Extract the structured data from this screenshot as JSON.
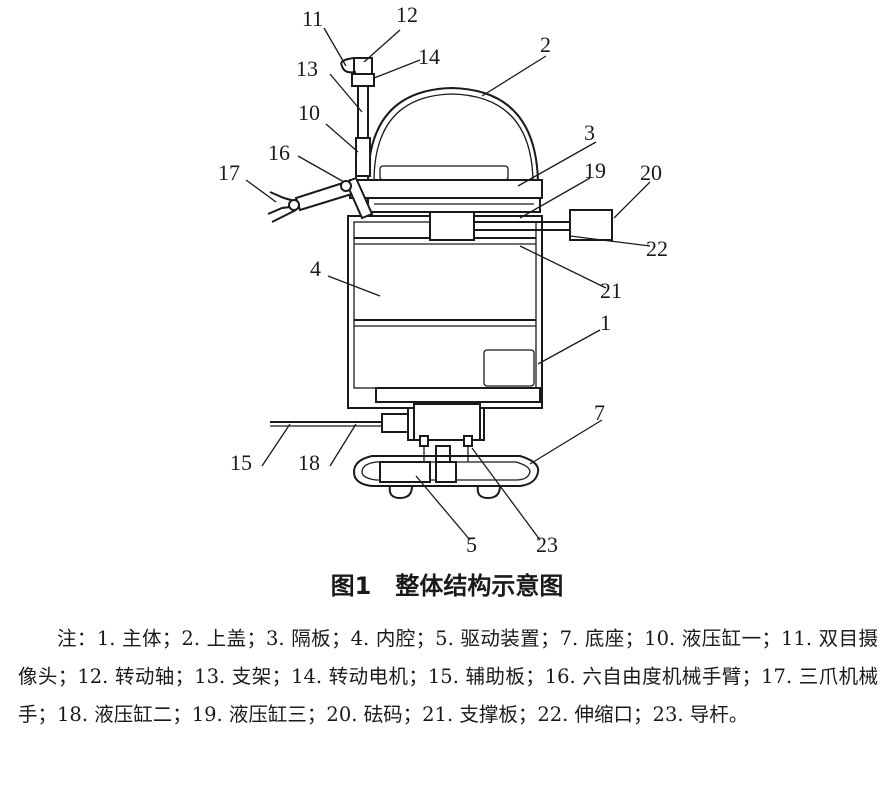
{
  "figure": {
    "caption": "图1　整体结构示意图",
    "note": "注：1. 主体；2. 上盖；3. 隔板；4. 内腔；5. 驱动装置；7. 底座；10. 液压缸一；11. 双目摄像头；12. 转动轴；13. 支架；14. 转动电机；15. 辅助板；16. 六自由度机械手臂；17. 三爪机械手；18. 液压缸二；19. 液压缸三；20. 砝码；21. 支撑板；22. 伸缩口；23. 导杆。"
  },
  "labels": {
    "l1": "1",
    "l2": "2",
    "l3": "3",
    "l4": "4",
    "l5": "5",
    "l7": "7",
    "l10": "10",
    "l11": "11",
    "l12": "12",
    "l13": "13",
    "l14": "14",
    "l15": "15",
    "l16": "16",
    "l17": "17",
    "l18": "18",
    "l19": "19",
    "l20": "20",
    "l21": "21",
    "l22": "22",
    "l23": "23"
  }
}
